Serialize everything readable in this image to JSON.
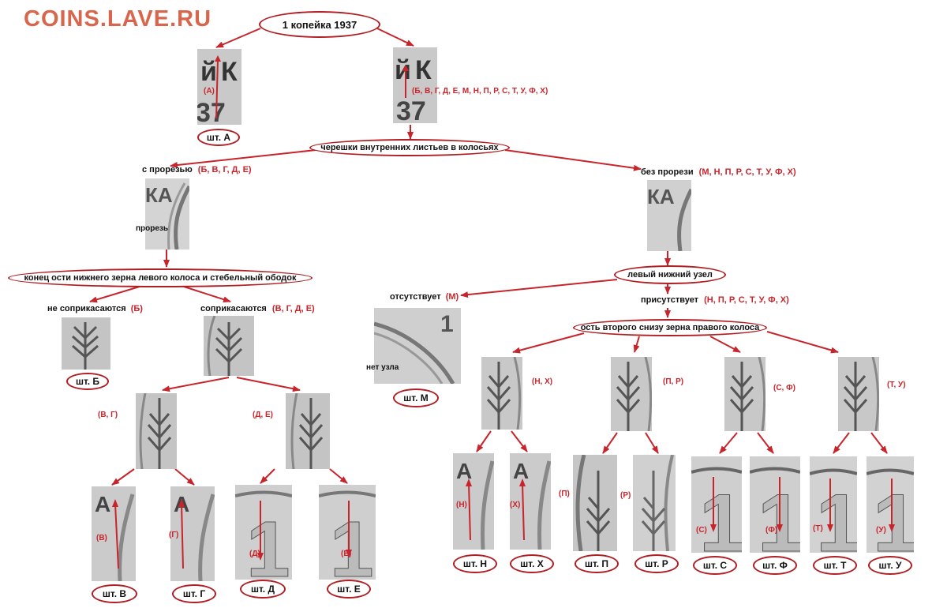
{
  "site": {
    "title": "COINS.LAVE.RU",
    "color": "#d8664d"
  },
  "accent_color": "#c8242b",
  "root": {
    "label": "1 копейка 1937"
  },
  "top": {
    "left_tag": "(А)",
    "right_tag": "(Б, В, Г, Д, Е, М, Н, П, Р, С, Т, У, Ф, Х)",
    "left_photo_text": "йК\n37",
    "right_photo_text": "йК\n37"
  },
  "question1": {
    "label": "черешки внутренних листьев в колосьях"
  },
  "branch_cut": {
    "label": "с прорезью",
    "tag": "(Б, В, Г, Д, Е)",
    "photo_note": "прорезь"
  },
  "branch_nocut": {
    "label": "без прорези",
    "tag": "(М, Н, П, Р, С, Т, У, Ф, Х)"
  },
  "question2": {
    "label": "конец ости нижнего зерна левого колоса и стебельный ободок"
  },
  "no_touch": {
    "label": "не соприкасаются",
    "tag": "(Б)"
  },
  "touch": {
    "label": "соприкасаются",
    "tag": "(В, Г, Д, Е)"
  },
  "question3": {
    "label": "левый нижний узел"
  },
  "absent": {
    "label": "отсутствует",
    "tag": "(М)",
    "photo_note": "нет узла"
  },
  "present": {
    "label": "присутствует",
    "tag": "(Н, П, Р, С, Т, У, Ф, Х)"
  },
  "question4": {
    "label": "ость второго снизу зерна правого колоса"
  },
  "groups": {
    "vg": "(В, Г)",
    "de": "(Д, Е)",
    "nh": "(Н, Х)",
    "pr": "(П, Р)",
    "sf": "(С, Ф)",
    "tu": "(Т, У)"
  },
  "stamps": {
    "a": "шт. А",
    "b": "шт. Б",
    "m": "шт. М",
    "v": "шт. В",
    "g": "шт. Г",
    "d": "шт. Д",
    "e": "шт. Е",
    "n": "шт. Н",
    "h": "шт. Х",
    "p": "шт. П",
    "r": "шт. Р",
    "s": "шт. С",
    "f": "шт. Ф",
    "t": "шт. Т",
    "u": "шт. У"
  },
  "photo_tags": {
    "v": "(В)",
    "g": "(Г)",
    "d": "(Д)",
    "e": "(Е)",
    "n": "(Н)",
    "h": "(Х)",
    "p": "(П)",
    "r": "(Р)",
    "s": "(С)",
    "f": "(Ф)",
    "t": "(Т)",
    "u": "(У)"
  },
  "photo_glyphs": {
    "letter_a": "А",
    "digit_one": "1",
    "letters_ka": "КА"
  }
}
